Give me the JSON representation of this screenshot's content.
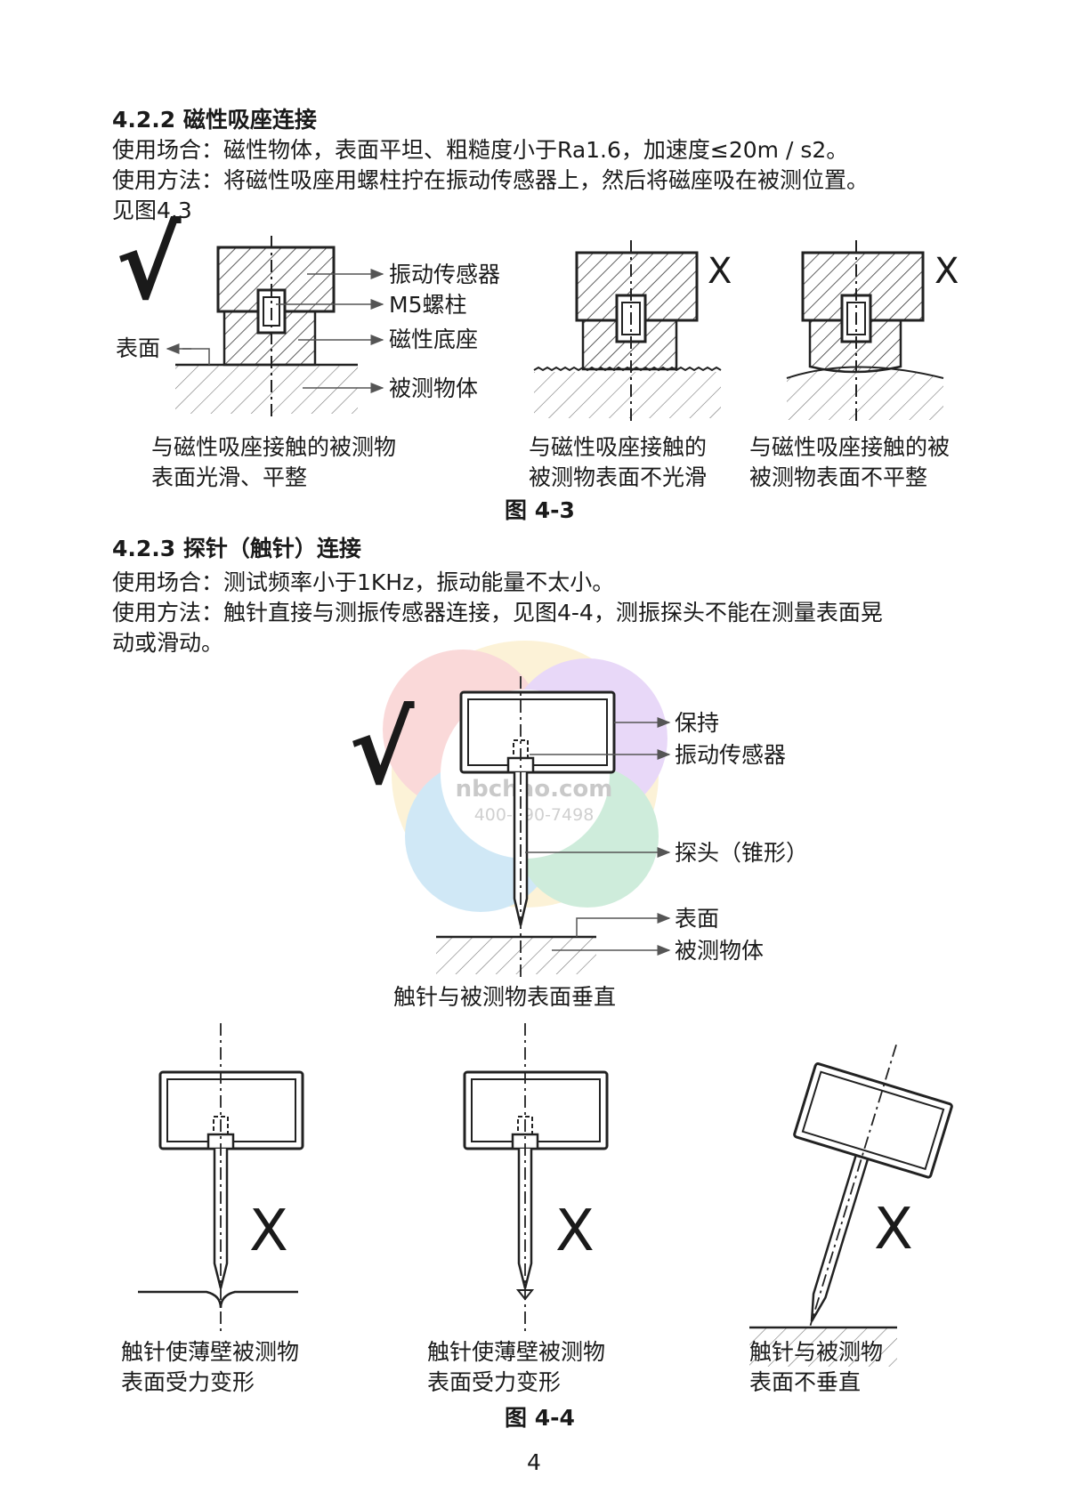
{
  "section_422": {
    "heading": "4.2.2 磁性吸座连接",
    "usage": "使用场合：磁性物体，表面平坦、粗糙度小于Ra1.6，加速度≤20m / s2。",
    "method": "使用方法：将磁性吸座用螺柱拧在振动传感器上，然后将磁座吸在被测位置。",
    "see": "见图4.3"
  },
  "fig43": {
    "label_sensor": "振动传感器",
    "label_stud": "M5螺柱",
    "label_base": "磁性底座",
    "label_object": "被测物体",
    "label_surface": "表面",
    "check": "√",
    "cross": "X",
    "caption_ok_1": "与磁性吸座接触的被测物",
    "caption_ok_2": "表面光滑、平整",
    "caption_rough_1": "与磁性吸座接触的",
    "caption_rough_2": "被测物表面不光滑",
    "caption_uneven_1": "与磁性吸座接触的被",
    "caption_uneven_2": "被测物表面不平整",
    "title": "图 4-3"
  },
  "section_423": {
    "heading": "4.2.3 探针（触针）连接",
    "usage": "使用场合：测试频率小于1KHz，振动能量不太小。",
    "method_1": "使用方法：触针直接与测振传感器连接，见图4-4，测振探头不能在测量表面晃",
    "method_2": "动或滑动。"
  },
  "fig44": {
    "label_hold": "保持",
    "label_sensor": "振动传感器",
    "label_probe": "探头（锥形）",
    "label_surface": "表面",
    "label_object": "被测物体",
    "check": "√",
    "cross": "X",
    "caption_main": "触针与被测物表面垂直",
    "caption_a_1": "触针使薄壁被测物",
    "caption_a_2": "表面受力变形",
    "caption_b_1": "触针使薄壁被测物",
    "caption_b_2": "表面受力变形",
    "caption_c_1": "触针与被测物",
    "caption_c_2": "表面不垂直",
    "title": "图 4-4"
  },
  "watermark": {
    "line1": "nbchao.com",
    "line2": "400-690-7498"
  },
  "page_number": "4"
}
